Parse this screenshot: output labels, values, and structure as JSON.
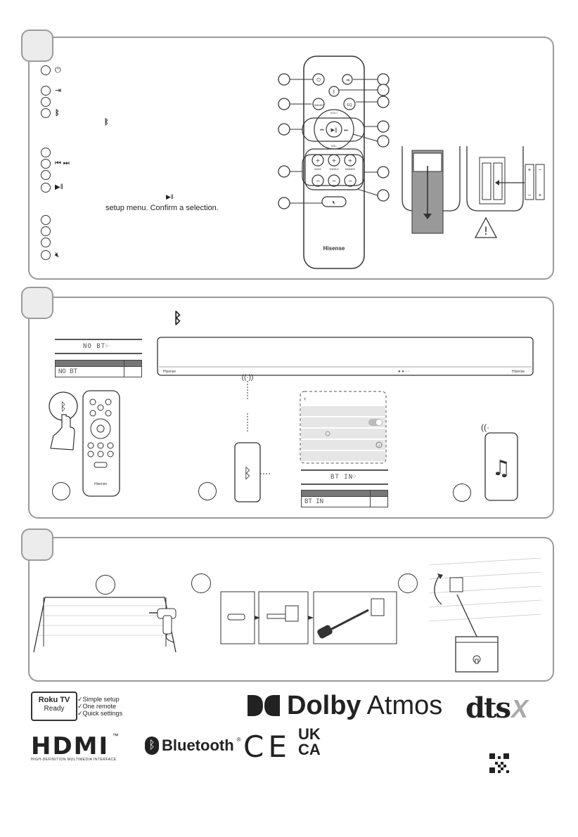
{
  "section1": {
    "confirm_note": "setup menu. Confirm a selection.",
    "remote_brand": "Hisense",
    "remote_keys": {
      "input": "",
      "eq": "EQ",
      "dimmer": "DIMMER",
      "bass": "BASS",
      "treble": "TREBLE",
      "vol_up": "VOL+",
      "vol_down": "VOL-"
    }
  },
  "section2": {
    "display_top": "NO BT",
    "table1_value": "NO BT",
    "display_bottom": "BT IN",
    "table2_value": "BT IN",
    "soundbar_brand_left": "Hisense",
    "soundbar_brand_right": "Hisense",
    "mini_remote_brand": "Hisense"
  },
  "logos": {
    "roku_line1": "Roku TV",
    "roku_line2": "Ready",
    "roku_features": [
      "✓Simple setup",
      "✓One remote",
      "✓Quick settings"
    ],
    "dolby_word": "Dolby",
    "dolby_atmos": "Atmos",
    "dts": "dts",
    "dts_x": "X",
    "hdmi": "HDMI",
    "hdmi_tm": "™",
    "hdmi_sub": "HIGH-DEFINITION MULTIMEDIA INTERFACE",
    "bluetooth": "Bluetooth",
    "bluetooth_reg": "®",
    "ce": "CE",
    "ukca_line1": "UK",
    "ukca_line2": "CA"
  },
  "colors": {
    "panel_border": "#9a9a9a",
    "badge_fill": "#ececec",
    "ink": "#222222",
    "gray_fill": "#999999"
  }
}
